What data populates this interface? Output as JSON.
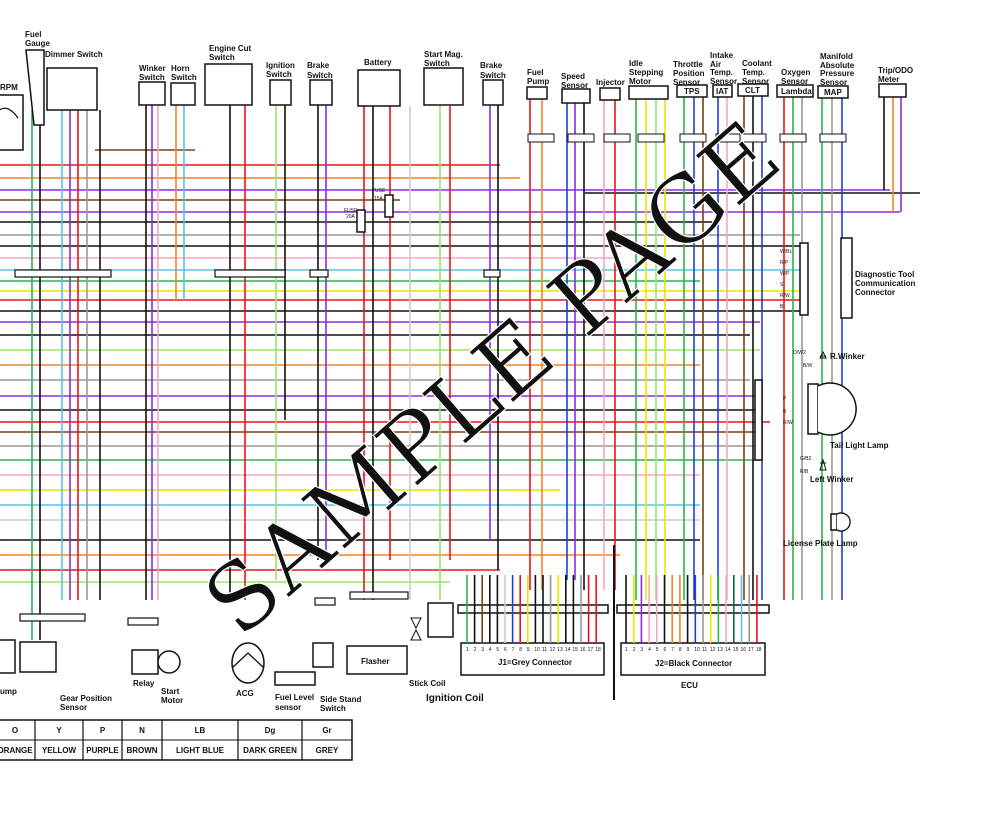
{
  "components": {
    "rpm": "RPM",
    "fuel_gauge": [
      "Fuel",
      "Gauge"
    ],
    "dimmer_switch": "Dimmer Switch",
    "winker_switch": [
      "Winker",
      "Switch"
    ],
    "horn_switch": [
      "Horn",
      "Switch"
    ],
    "engine_cut_switch": [
      "Engine Cut",
      "Switch"
    ],
    "ignition_switch": [
      "Ignition",
      "Switch"
    ],
    "brake_switch_front": [
      "Brake",
      "Switch"
    ],
    "battery": "Battery",
    "start_mag_switch": [
      "Start Mag.",
      "Switch"
    ],
    "brake_switch_rear": [
      "Brake",
      "Switch"
    ],
    "fuel_pump": [
      "Fuel",
      "Pump"
    ],
    "speed_sensor": [
      "Speed",
      "Sensor"
    ],
    "injector": "Injector",
    "idle_stepping_motor": [
      "Idle",
      "Stepping",
      "Motor"
    ],
    "throttle_position_sensor": [
      "Throttle",
      "Position",
      "Sensor"
    ],
    "tps": "TPS",
    "intake_air_temp_sensor": [
      "Intake",
      "Air",
      "Temp.",
      "Sensor"
    ],
    "iat": "IAT",
    "coolant_temp_sensor": [
      "Coolant",
      "Temp.",
      "Sensor"
    ],
    "clt": "CLT",
    "oxygen_sensor": [
      "Oxygen",
      "Sensor"
    ],
    "lambda": "Lambda",
    "map_sensor": [
      "Manifold",
      "Absolute",
      "Pressure",
      "Sensor"
    ],
    "map": "MAP",
    "trip_odo_meter": [
      "Trip/ODO",
      "Meter"
    ],
    "diagnostic_connector": [
      "Diagnostic Tool",
      "Communication",
      "Connector"
    ],
    "r_winker": "R.Winker",
    "tail_light_lamp": "Tail Light Lamp",
    "left_winker": "Left Winker",
    "license_plate_lamp": "License Plate Lamp",
    "fuse_1": [
      "FUSE",
      "15A"
    ],
    "fuse_2": [
      "FUSE",
      "20A"
    ],
    "pump": "ump",
    "gear_position_sensor": [
      "Gear Position",
      "Sensor"
    ],
    "relay": "Relay",
    "start_motor": [
      "Start",
      "Motor"
    ],
    "acg": "ACG",
    "fuel_level_sensor": [
      "Fuel Level",
      "sensor"
    ],
    "side_stand_switch": [
      "Side Stand",
      "Switch"
    ],
    "flasher": "Flasher",
    "stick_coil": "Stick Coil",
    "ignition_coil": "Ignition Coil",
    "j1": "J1=Grey Connector",
    "j2": "J2=Black Connector",
    "ecu": "ECU",
    "diag_wires": [
      "W/BL",
      "R/P",
      "W/P",
      "S",
      "R/W",
      "B"
    ],
    "rear_wires": [
      "O/W2",
      "B/W",
      "P",
      "B",
      "R/W",
      "G/B2",
      "R/B"
    ]
  },
  "pins": [
    "1",
    "2",
    "3",
    "4",
    "5",
    "6",
    "7",
    "8",
    "9",
    "10",
    "11",
    "12",
    "13",
    "14",
    "15",
    "16",
    "17",
    "18"
  ],
  "color_legend": {
    "codes": [
      "O",
      "Y",
      "P",
      "N",
      "LB",
      "Dg",
      "Gr"
    ],
    "names": [
      "ORANGE",
      "YELLOW",
      "PURPLE",
      "BROWN",
      "LIGHT BLUE",
      "DARK GREEN",
      "GREY"
    ]
  },
  "watermark": "SAMPLE PAGE"
}
